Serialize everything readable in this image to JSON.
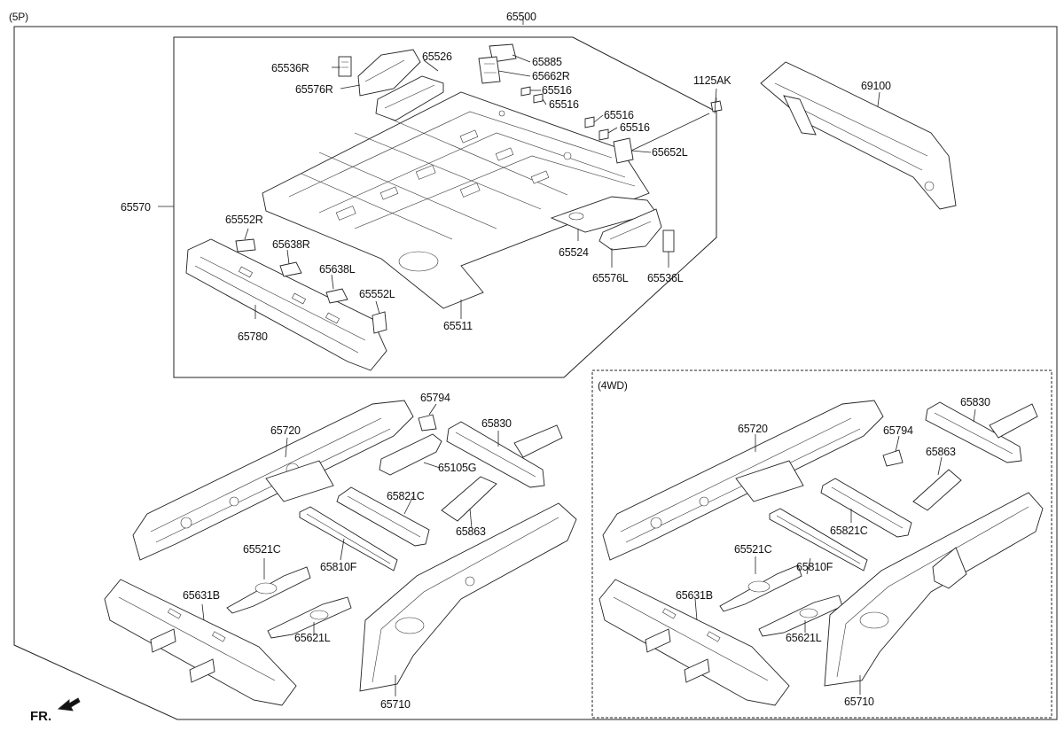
{
  "variant_tags": {
    "body": "(5P)",
    "drive": "(4WD)"
  },
  "front_indicator": "FR.",
  "upper_assembly": {
    "assembly_number": "65500",
    "sub_assembly": "65570",
    "labels": {
      "p65536R": "65536R",
      "p65526": "65526",
      "p65576R": "65576R",
      "p65885": "65885",
      "p65662R": "65662R",
      "p65516a": "65516",
      "p65516b": "65516",
      "p65516c": "65516",
      "p65516d": "65516",
      "p1125AK": "1125AK",
      "p65652L": "65652L",
      "p69100": "69100",
      "p65552R": "65552R",
      "p65638R": "65638R",
      "p65638L": "65638L",
      "p65552L": "65552L",
      "p65780": "65780",
      "p65511": "65511",
      "p65524": "65524",
      "p65576L": "65576L",
      "p65536L": "65536L"
    }
  },
  "lower_2wd": {
    "labels": {
      "p65794": "65794",
      "p65720": "65720",
      "p65830": "65830",
      "p65105G": "65105G",
      "p65821C": "65821C",
      "p65863": "65863",
      "p65521C": "65521C",
      "p65810F": "65810F",
      "p65631B": "65631B",
      "p65621L": "65621L",
      "p65710": "65710"
    }
  },
  "lower_4wd": {
    "labels": {
      "p65830": "65830",
      "p65720": "65720",
      "p65794": "65794",
      "p65863": "65863",
      "p65821C": "65821C",
      "p65521C": "65521C",
      "p65810F": "65810F",
      "p65631B": "65631B",
      "p65621L": "65621L",
      "p65710": "65710"
    }
  }
}
